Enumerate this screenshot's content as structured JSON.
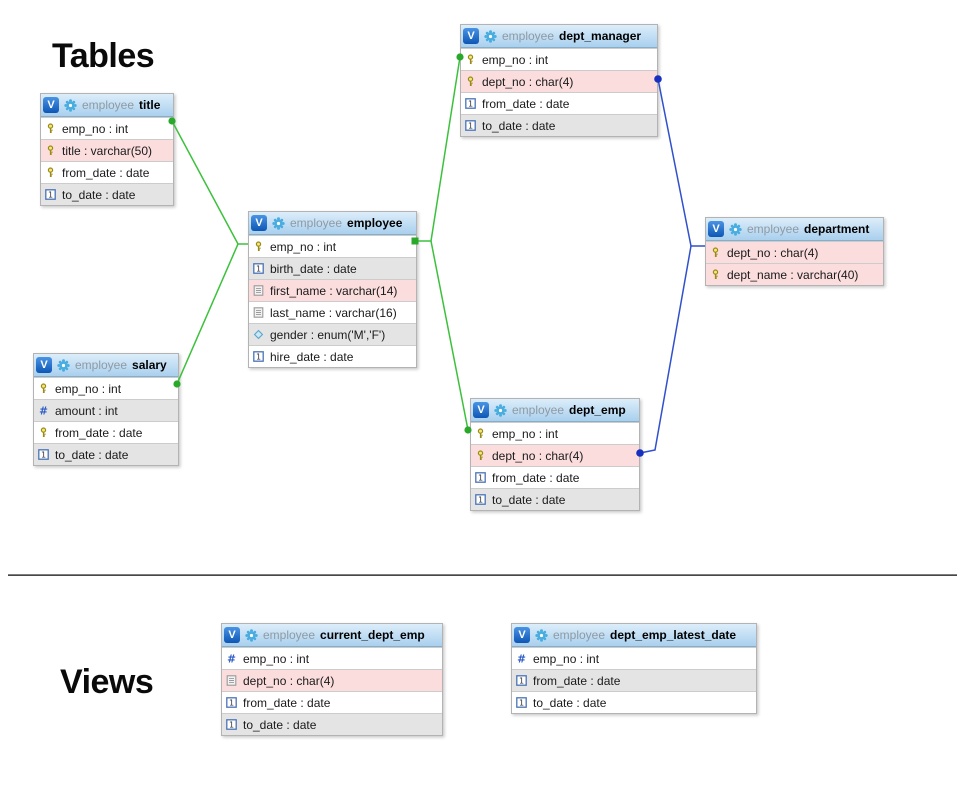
{
  "headings": {
    "tables_label": "Tables",
    "views_label": "Views"
  },
  "icons": {
    "badge_letter": "V",
    "gear": "gear-icon",
    "key": "primary-key-icon",
    "date": "date-type-icon",
    "num": "numeric-type-icon",
    "text": "text-type-icon",
    "enum": "enum-type-icon"
  },
  "colors": {
    "relationship_green": "#3cc13c",
    "relationship_blue": "#3050cc",
    "header_top": "#dcedfa",
    "header_bottom": "#a9d0ee",
    "row_pink": "#fbdddd",
    "row_gray": "#e4e4e4",
    "badge_blue": "#0e56b4"
  },
  "entities": [
    {
      "id": "title",
      "schema": "employee",
      "name": "title",
      "kind": "table",
      "columns": [
        {
          "text": "emp_no : int",
          "icon": "key",
          "bg": "white"
        },
        {
          "text": "title : varchar(50)",
          "icon": "key",
          "bg": "pink"
        },
        {
          "text": "from_date : date",
          "icon": "key",
          "bg": "white"
        },
        {
          "text": "to_date : date",
          "icon": "date",
          "bg": "gray"
        }
      ]
    },
    {
      "id": "employee",
      "schema": "employee",
      "name": "employee",
      "kind": "table",
      "columns": [
        {
          "text": "emp_no : int",
          "icon": "key",
          "bg": "white"
        },
        {
          "text": "birth_date : date",
          "icon": "date",
          "bg": "gray"
        },
        {
          "text": "first_name : varchar(14)",
          "icon": "text",
          "bg": "pink"
        },
        {
          "text": "last_name : varchar(16)",
          "icon": "text",
          "bg": "white"
        },
        {
          "text": "gender : enum('M','F')",
          "icon": "enum",
          "bg": "gray"
        },
        {
          "text": "hire_date : date",
          "icon": "date",
          "bg": "white"
        }
      ]
    },
    {
      "id": "salary",
      "schema": "employee",
      "name": "salary",
      "kind": "table",
      "columns": [
        {
          "text": "emp_no : int",
          "icon": "key",
          "bg": "white"
        },
        {
          "text": "amount : int",
          "icon": "num",
          "bg": "gray"
        },
        {
          "text": "from_date : date",
          "icon": "key",
          "bg": "white"
        },
        {
          "text": "to_date : date",
          "icon": "date",
          "bg": "gray"
        }
      ]
    },
    {
      "id": "dept_manager",
      "schema": "employee",
      "name": "dept_manager",
      "kind": "table",
      "columns": [
        {
          "text": "emp_no : int",
          "icon": "key",
          "bg": "white"
        },
        {
          "text": "dept_no : char(4)",
          "icon": "key",
          "bg": "pink"
        },
        {
          "text": "from_date : date",
          "icon": "date",
          "bg": "white"
        },
        {
          "text": "to_date : date",
          "icon": "date",
          "bg": "gray"
        }
      ]
    },
    {
      "id": "dept_emp",
      "schema": "employee",
      "name": "dept_emp",
      "kind": "table",
      "columns": [
        {
          "text": "emp_no : int",
          "icon": "key",
          "bg": "white"
        },
        {
          "text": "dept_no : char(4)",
          "icon": "key",
          "bg": "pink"
        },
        {
          "text": "from_date : date",
          "icon": "date",
          "bg": "white"
        },
        {
          "text": "to_date : date",
          "icon": "date",
          "bg": "gray"
        }
      ]
    },
    {
      "id": "department",
      "schema": "employee",
      "name": "department",
      "kind": "table",
      "columns": [
        {
          "text": "dept_no : char(4)",
          "icon": "key",
          "bg": "pink"
        },
        {
          "text": "dept_name : varchar(40)",
          "icon": "key",
          "bg": "pink"
        }
      ]
    },
    {
      "id": "current_dept_emp",
      "schema": "employee",
      "name": "current_dept_emp",
      "kind": "view",
      "columns": [
        {
          "text": "emp_no : int",
          "icon": "num",
          "bg": "white"
        },
        {
          "text": "dept_no : char(4)",
          "icon": "text",
          "bg": "pink"
        },
        {
          "text": "from_date : date",
          "icon": "date",
          "bg": "white"
        },
        {
          "text": "to_date : date",
          "icon": "date",
          "bg": "gray"
        }
      ]
    },
    {
      "id": "dept_emp_latest_date",
      "schema": "employee",
      "name": "dept_emp_latest_date",
      "kind": "view",
      "columns": [
        {
          "text": "emp_no : int",
          "icon": "num",
          "bg": "white"
        },
        {
          "text": "from_date : date",
          "icon": "date",
          "bg": "gray"
        },
        {
          "text": "to_date : date",
          "icon": "date",
          "bg": "white"
        }
      ]
    }
  ],
  "relationships": [
    {
      "from": "title",
      "to": "employee",
      "color": "green"
    },
    {
      "from": "salary",
      "to": "employee",
      "color": "green"
    },
    {
      "from": "employee",
      "to": "dept_manager",
      "color": "green"
    },
    {
      "from": "employee",
      "to": "dept_emp",
      "color": "green"
    },
    {
      "from": "dept_manager",
      "to": "department",
      "color": "blue"
    },
    {
      "from": "dept_emp",
      "to": "department",
      "color": "blue"
    }
  ]
}
